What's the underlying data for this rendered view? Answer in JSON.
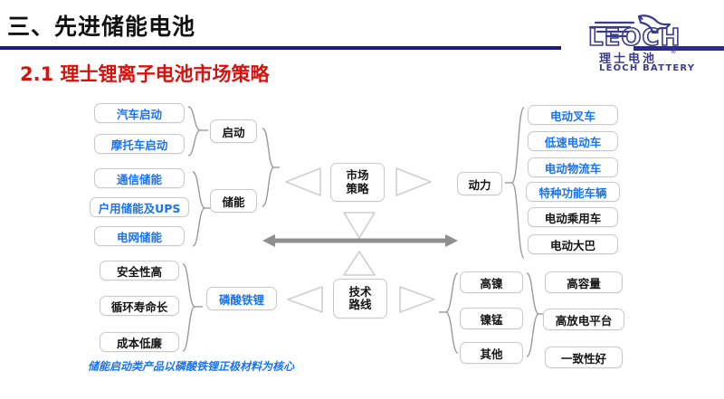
{
  "header": {
    "section_title": "三、先进储能电池",
    "sub_title": "2.1 理士锂离子电池市场策略",
    "rule_color": "#1a1a8c",
    "sub_title_color": "#d7120e"
  },
  "logo": {
    "name": "leoch-logo",
    "wordmark": "LEOCH",
    "chinese": "理士电池",
    "registered": "®",
    "english": "LEOCH BATTERY",
    "color": "#3b3b8f"
  },
  "diagram": {
    "center_node": {
      "line1": "市场",
      "line2": "策略"
    },
    "tech_node": {
      "line1": "技术",
      "line2": "路线"
    },
    "branches": {
      "start": {
        "label": "启动",
        "items": [
          "汽车启动",
          "摩托车启动"
        ]
      },
      "storage": {
        "label": "储能",
        "items": [
          "通信储能",
          "户用储能及UPS",
          "电网储能"
        ]
      },
      "power": {
        "label": "动力",
        "items": [
          {
            "text": "电动叉车",
            "highlight": true
          },
          {
            "text": "低速电动车",
            "highlight": true
          },
          {
            "text": "电动物流车",
            "highlight": true
          },
          {
            "text": "特种功能车辆",
            "highlight": true
          },
          {
            "text": "电动乘用车",
            "highlight": false
          },
          {
            "text": "电动大巴",
            "highlight": false
          }
        ]
      },
      "lfp": {
        "label": "磷酸铁锂",
        "items": [
          "安全性高",
          "循环寿命长",
          "成本低廉"
        ]
      },
      "ternary": {
        "items": [
          "高镍",
          "镍锰",
          "其他"
        ],
        "features": [
          "高容量",
          "高放电平台",
          "一致性好"
        ]
      }
    }
  },
  "footnote": {
    "text": "储能启动类产品以磷酸铁锂正极材料为核心",
    "color": "#1a73f0"
  },
  "colors": {
    "blue_text": "#1a73f0",
    "dark_text": "#141414",
    "box_border": "#c9c9c9",
    "connector_gray": "#9a9a9a",
    "arrow_gray": "#8f8f8f"
  }
}
